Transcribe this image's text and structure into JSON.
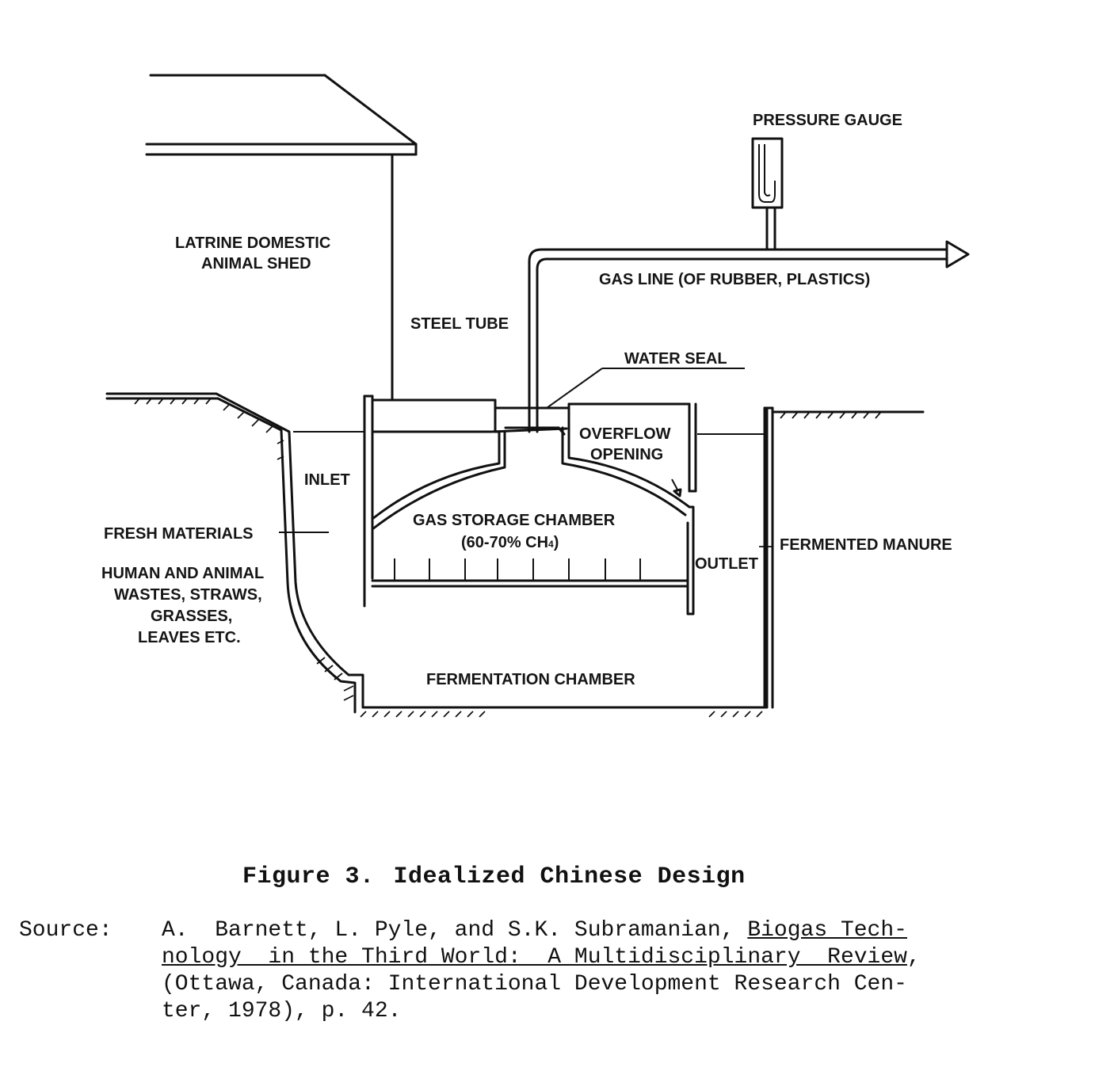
{
  "diagram": {
    "labels": {
      "pressure_gauge": "PRESSURE GAUGE",
      "latrine_line1": "LATRINE DOMESTIC",
      "latrine_line2": "ANIMAL SHED",
      "gas_line": "GAS LINE (OF RUBBER, PLASTICS)",
      "steel_tube": "STEEL TUBE",
      "water_seal": "WATER SEAL",
      "overflow_line1": "OVERFLOW",
      "overflow_line2": "OPENING",
      "inlet": "INLET",
      "gas_storage": "GAS STORAGE CHAMBER",
      "ch4_prefix": "(60-70% CH",
      "ch4_sub": "4",
      "ch4_suffix": ")",
      "fresh_materials": "FRESH MATERIALS",
      "fermented_manure": "FERMENTED MANURE",
      "outlet": "OUTLET",
      "wastes_line1": "HUMAN AND ANIMAL",
      "wastes_line2": "WASTES, STRAWS,",
      "wastes_line3": "GRASSES,",
      "wastes_line4": "LEAVES ETC.",
      "fermentation_chamber": "FERMENTATION CHAMBER"
    }
  },
  "caption": {
    "figure_number": "Figure 3.",
    "title": "Idealized Chinese Design"
  },
  "source": {
    "label": "Source:",
    "line1_plain": "A.  Barnett, L. Pyle, and S.K. Subramanian, ",
    "line1_underlined": "Biogas Tech-",
    "line2_underlined": "nology  in the Third World:  A Multidisciplinary  Review",
    "line2_plain": ",",
    "line3": "(Ottawa, Canada: International Development Research Cen-",
    "line4": "ter, 1978), p. 42."
  }
}
